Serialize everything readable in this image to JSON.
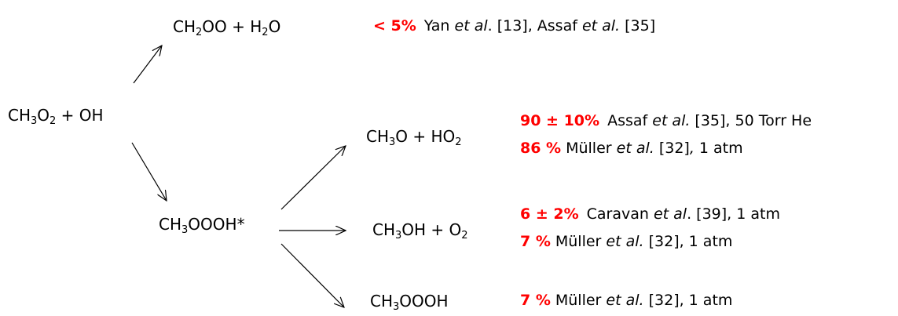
{
  "reactant": {
    "t1": "CH",
    "s1": "3",
    "t2": "O",
    "s2": "2",
    "t3": " + OH"
  },
  "products": {
    "criegee": {
      "t1": "CH",
      "s1": "2",
      "t2": "OO + H",
      "s2": "2",
      "t3": "O"
    },
    "intermediate": {
      "t1": "CH",
      "s1": "3",
      "t2": "OOOH*"
    },
    "methoxy": {
      "t1": "CH",
      "s1": "3",
      "t2": "O + HO",
      "s2": "2"
    },
    "methanol": {
      "t1": "CH",
      "s1": "3",
      "t2": "OH + O",
      "s2": "2"
    },
    "trioxide": {
      "t1": "CH",
      "s1": "3",
      "t2": "OOOH"
    }
  },
  "yields": {
    "criegee": {
      "pct": "< 5%",
      "a1": "Yan ",
      "etal": "et al",
      "a2": ". [13], Assaf ",
      "etal2": "et al.",
      "a3": " [35]"
    },
    "methoxy_1": {
      "pct": "90 ± 10%",
      "a1": "Assaf ",
      "etal": "et al.",
      "a2": " [35], 50 Torr He"
    },
    "methoxy_2": {
      "pct": "86 %",
      "a1": "Müller ",
      "etal": "et al.",
      "a2": " [32]",
      "etal2": ",",
      "a3": " 1 atm"
    },
    "methanol_1": {
      "pct": "6 ± 2%",
      "a1": "Caravan ",
      "etal": "et al",
      "a2": ". [39], 1 atm"
    },
    "methanol_2": {
      "pct": "7 %",
      "a1": "Müller ",
      "etal": "et al.",
      "a2": " [32], 1 atm"
    },
    "trioxide": {
      "pct": "7 %",
      "a1": "Müller ",
      "etal": "et al.",
      "a2": " [32], 1 atm"
    }
  },
  "colors": {
    "highlight": "#ff0000",
    "text": "#000000"
  }
}
